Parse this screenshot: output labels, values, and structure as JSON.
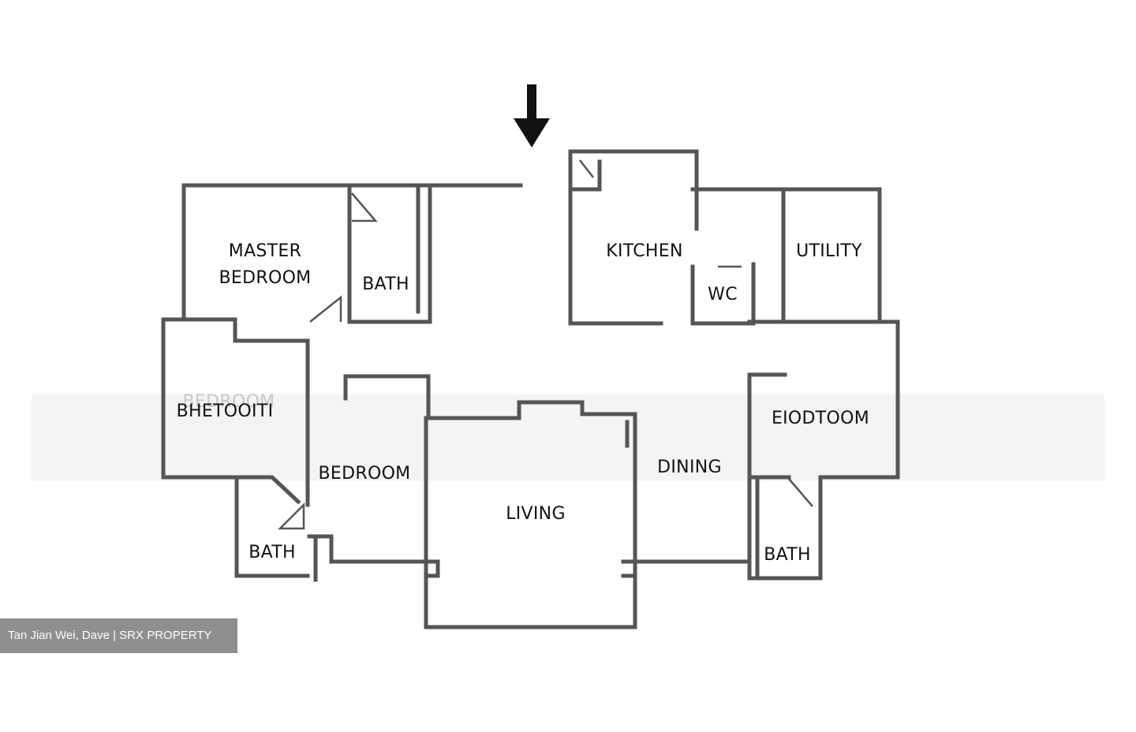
{
  "colors": {
    "wall": "#555555",
    "wall_fill": "#ffffff",
    "label": "#111111",
    "watermark_bg": "#8f8f8f",
    "watermark_text": "#ffffff"
  },
  "icons": {
    "entrance": "arrow-down-icon"
  },
  "rooms": {
    "master_bedroom": {
      "line1": "MASTER",
      "line2": "BEDROOM"
    },
    "bath_1": "BATH",
    "kitchen": "KITCHEN",
    "wc": "WC",
    "utility": "UTILITY",
    "bedroom_left": "BHETOOITI",
    "bedroom_left_faint": "BEDROOM",
    "bedroom_mid": "BEDROOM",
    "living": "LIVING",
    "dining": "DINING",
    "bedroom_right": "EIODTOOM",
    "bath_2": "BATH",
    "bath_3": "BATH"
  },
  "watermark": "Tan Jian Wei, Dave | SRX PROPERTY"
}
